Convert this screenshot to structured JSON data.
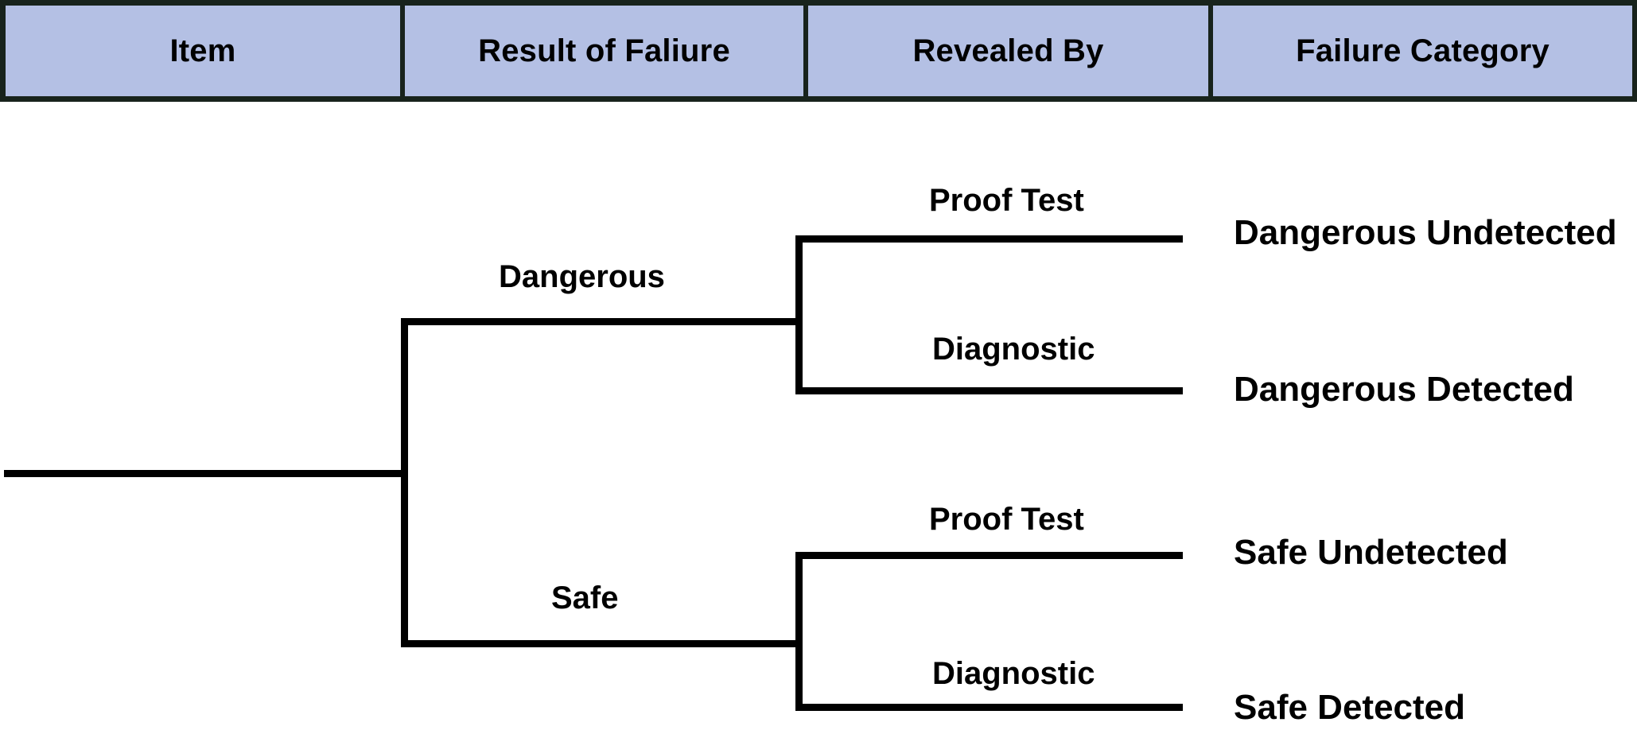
{
  "header": {
    "columns": [
      {
        "label": "Item"
      },
      {
        "label": "Result of Faliure"
      },
      {
        "label": "Revealed By"
      },
      {
        "label": "Failure Category"
      }
    ],
    "fill_color": "#b4c0e4",
    "border_color": "#18231c"
  },
  "chart_data": {
    "type": "diagram",
    "title": "",
    "diagram_kind": "failure-classification-tree",
    "line_color": "#000000",
    "columns": [
      "Item",
      "Result of Faliure",
      "Revealed By",
      "Failure Category"
    ],
    "root": {
      "label": ""
    },
    "level1": [
      {
        "label": "Dangerous"
      },
      {
        "label": "Safe"
      }
    ],
    "level2": [
      {
        "label": "Proof Test"
      },
      {
        "label": "Diagnostic"
      },
      {
        "label": "Proof Test"
      },
      {
        "label": "Diagnostic"
      }
    ],
    "leaves": [
      {
        "label": "Dangerous Undetected",
        "path": [
          "Dangerous",
          "Proof Test"
        ]
      },
      {
        "label": "Dangerous Detected",
        "path": [
          "Dangerous",
          "Diagnostic"
        ]
      },
      {
        "label": "Safe Undetected",
        "path": [
          "Safe",
          "Proof Test"
        ]
      },
      {
        "label": "Safe Detected",
        "path": [
          "Safe",
          "Diagnostic"
        ]
      }
    ]
  }
}
